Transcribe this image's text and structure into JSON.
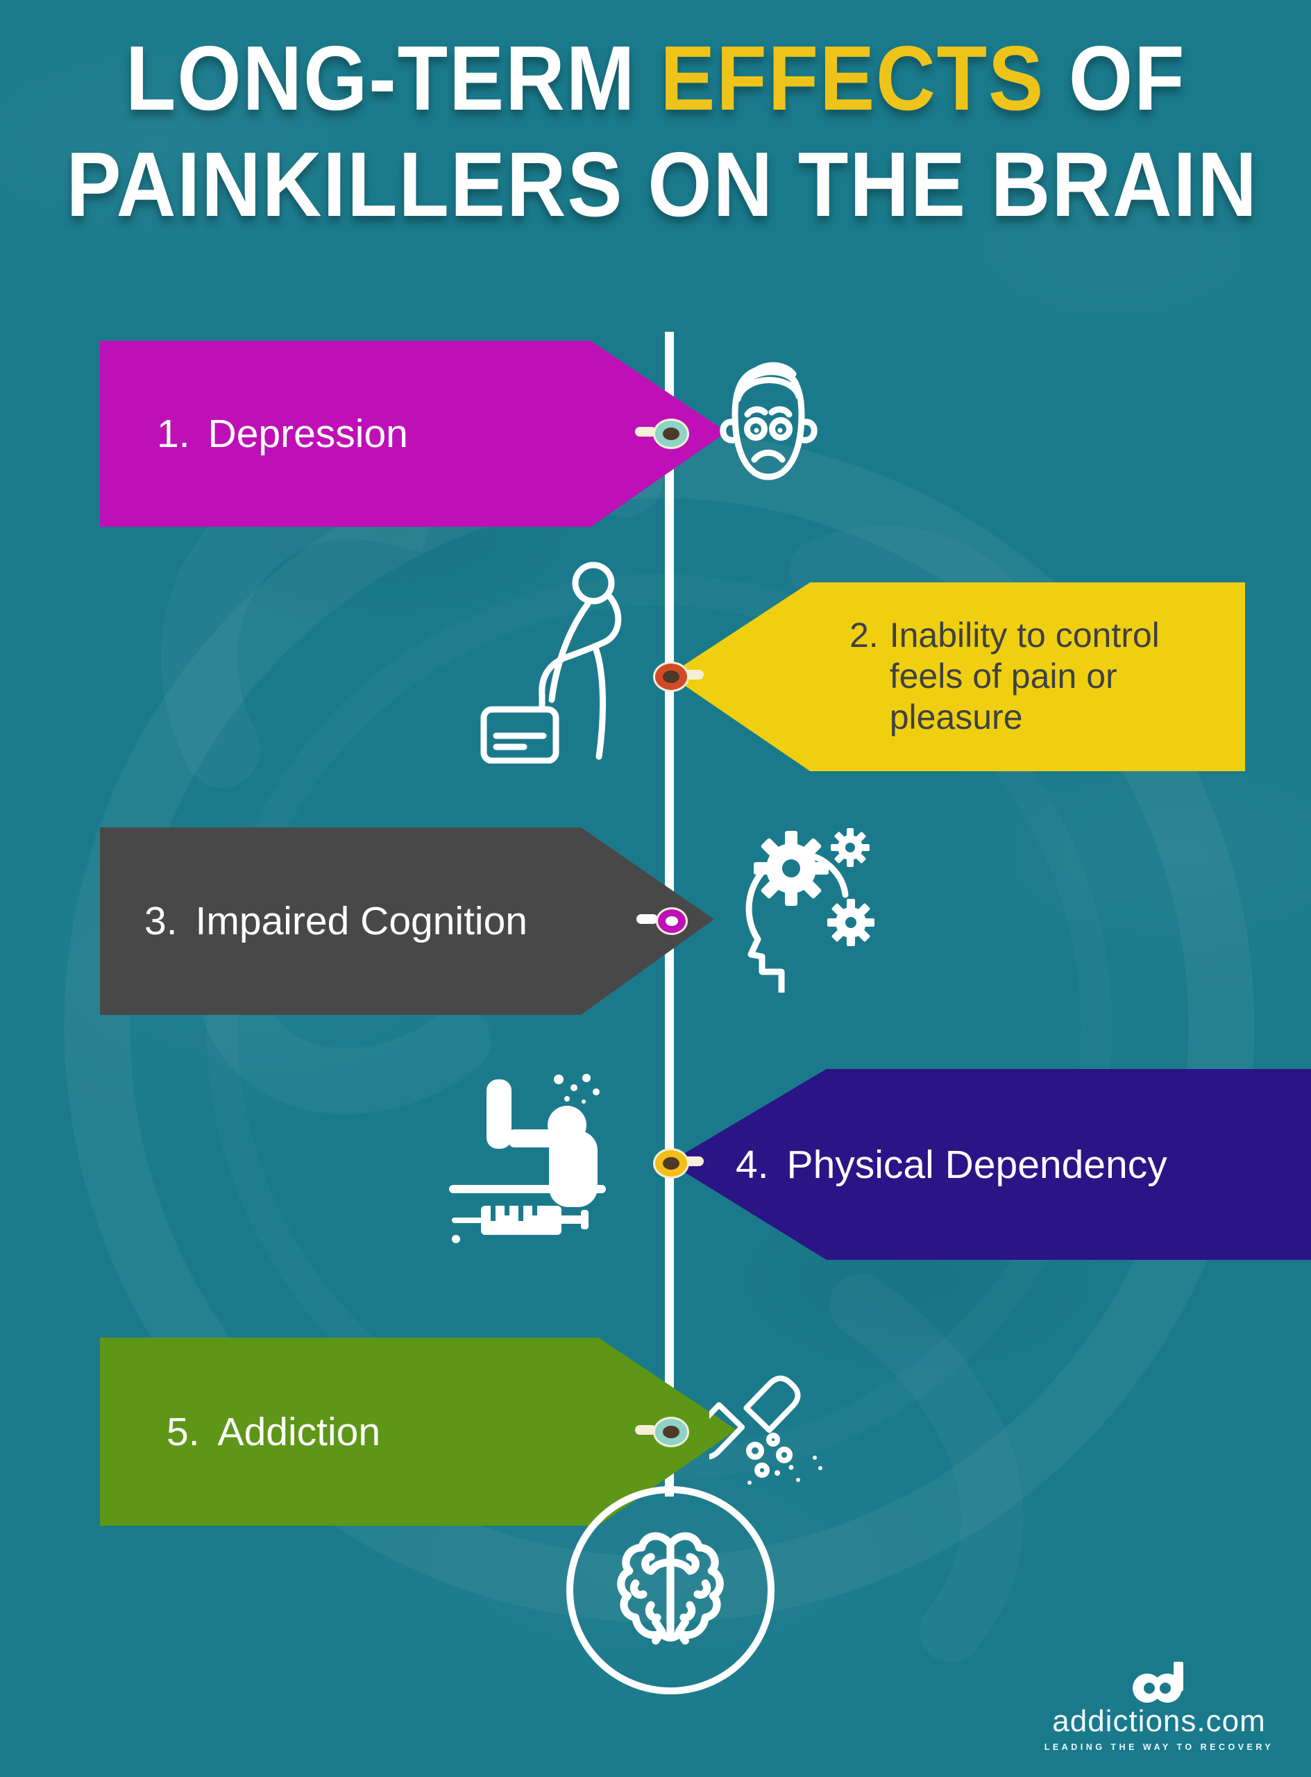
{
  "page": {
    "background_color": "#1A7A8B",
    "timeline_color": "#FFFFFF"
  },
  "title": {
    "line1_pre": "LONG-TERM ",
    "line1_accent": "EFFECTS",
    "line1_post": " OF",
    "line2": "PAINKILLERS ON THE BRAIN",
    "accent_color": "#EFC41A",
    "text_color": "#FFFFFF"
  },
  "timeline": {
    "items": [
      {
        "num": "1.",
        "label": "Depression",
        "side": "left",
        "banner_color": "#BE10B6",
        "text_color": "#FFFFFF",
        "node": {
          "ring": "#8FD2C6",
          "dot": "#4E3827",
          "stub": "#F4EFD7"
        },
        "icon": "sad-face-icon"
      },
      {
        "num": "2.",
        "label": "Inability to control feels of pain or pleasure",
        "side": "right",
        "banner_color": "#F0CF11",
        "text_color": "#3E4143",
        "node": {
          "ring": "#D14B27",
          "dot": "#4E3827",
          "stub": "#F4EFD7"
        },
        "icon": "person-despair-icon"
      },
      {
        "num": "3.",
        "label": "Impaired Cognition",
        "side": "left",
        "banner_color": "#484848",
        "text_color": "#FFFFFF",
        "node": {
          "ring": "#BE10B6",
          "dot": "#FFFFFF",
          "stub": "#FFFFFF"
        },
        "icon": "head-gears-icon"
      },
      {
        "num": "4.",
        "label": "Physical Dependency",
        "side": "right",
        "banner_color": "#2B1486",
        "text_color": "#FFFFFF",
        "node": {
          "ring": "#F3BF17",
          "dot": "#4E3827",
          "stub": "#F4EFD7"
        },
        "icon": "syringe-person-icon"
      },
      {
        "num": "5.",
        "label": "Addiction",
        "side": "left",
        "banner_color": "#5E9617",
        "text_color": "#FFFFFF",
        "node": {
          "ring": "#8FD2C6",
          "dot": "#4E3827",
          "stub": "#F4EFD7"
        },
        "icon": "pill-capsule-icon"
      }
    ]
  },
  "footer": {
    "logo_mark": "ad",
    "brand": "addictions.com",
    "tagline": "LEADING THE WAY TO RECOVERY"
  }
}
